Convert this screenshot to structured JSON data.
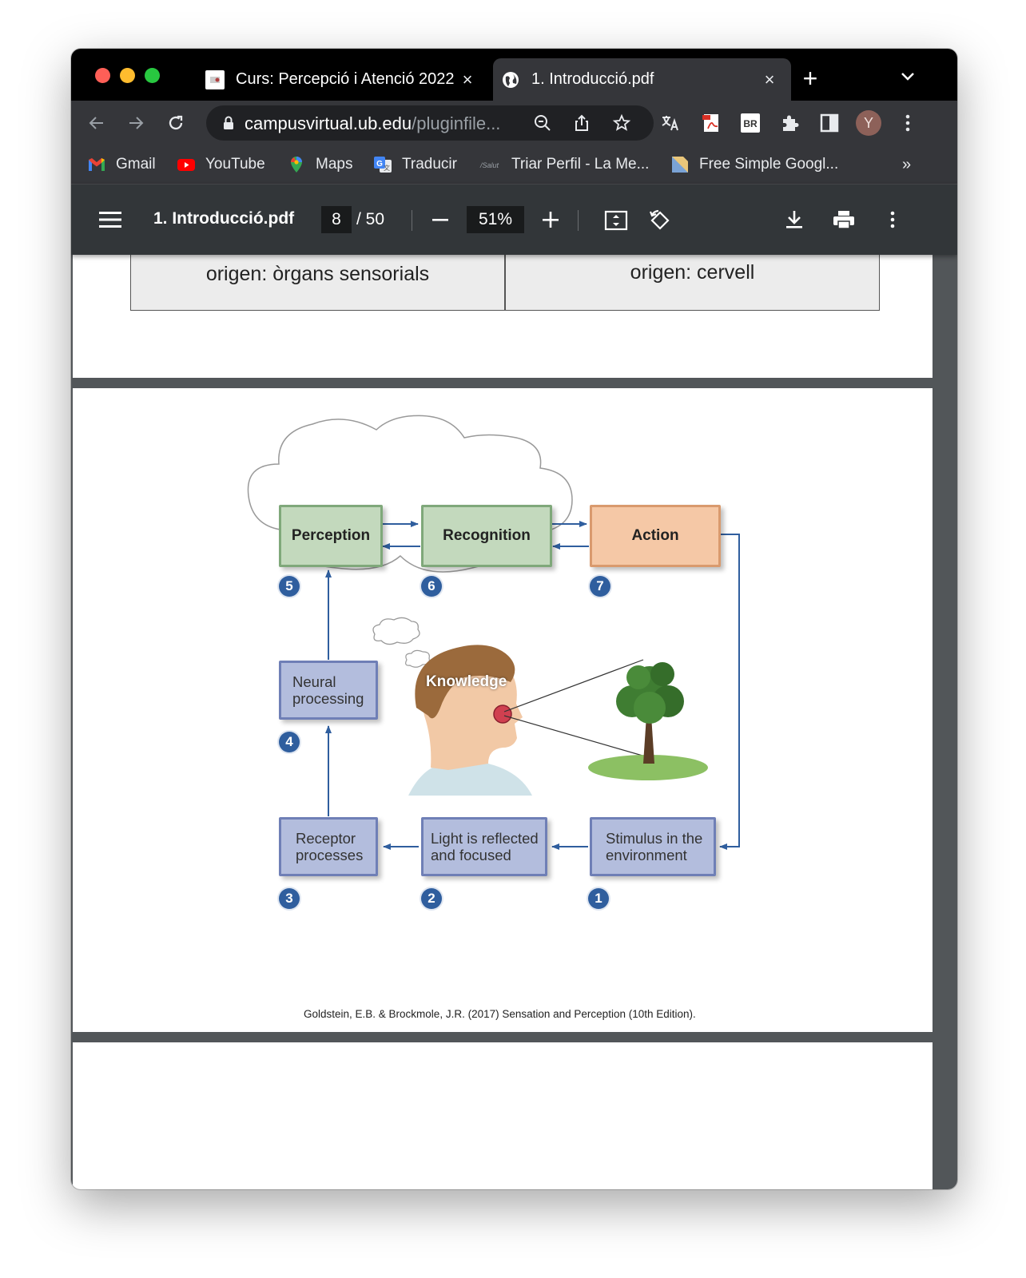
{
  "tabs": [
    {
      "title": "Curs: Percepció i Atenció 2022",
      "close": "×"
    },
    {
      "title": "1. Introducció.pdf",
      "close": "×"
    }
  ],
  "tabstrip": {
    "new_tab": "+",
    "tab_search": "⌄"
  },
  "omnibox": {
    "host": "campusvirtual.ub.edu",
    "path": "/pluginfile..."
  },
  "profile": {
    "initial": "Y"
  },
  "bookmarks": [
    {
      "label": "Gmail"
    },
    {
      "label": "YouTube"
    },
    {
      "label": "Maps"
    },
    {
      "label": "Traducir"
    },
    {
      "label": "Triar Perfil - La Me..."
    },
    {
      "label": "Free Simple Googl..."
    }
  ],
  "bookmarks_overflow": "»",
  "pdf": {
    "filename": "1. Introducció.pdf",
    "current_page": "8",
    "page_separator": "/ 50",
    "zoom": "51%"
  },
  "table": {
    "left_cell": "origen: òrgans sensorials",
    "right_cell": "origen: cervell"
  },
  "diagram": {
    "boxes": {
      "perception": "Perception",
      "recognition": "Recognition",
      "action": "Action",
      "neural_1": "Neural",
      "neural_2": "processing",
      "receptor_1": "Receptor",
      "receptor_2": "processes",
      "light_1": "Light is reflected",
      "light_2": "and focused",
      "stimulus_1": "Stimulus in the",
      "stimulus_2": "environment"
    },
    "knowledge": "Knowledge",
    "steps": {
      "s1": "1",
      "s2": "2",
      "s3": "3",
      "s4": "4",
      "s5": "5",
      "s6": "6",
      "s7": "7"
    }
  },
  "citation": "Goldstein, E.B. & Brockmole, J.R. (2017) Sensation and Perception (10th Edition).",
  "colors": {
    "green_box": "#c3d9bd",
    "orange_box": "#f5c8a6",
    "blue_box": "#b3bddd",
    "arrow": "#2f5e9e",
    "step_circle": "#2f5e9e"
  }
}
